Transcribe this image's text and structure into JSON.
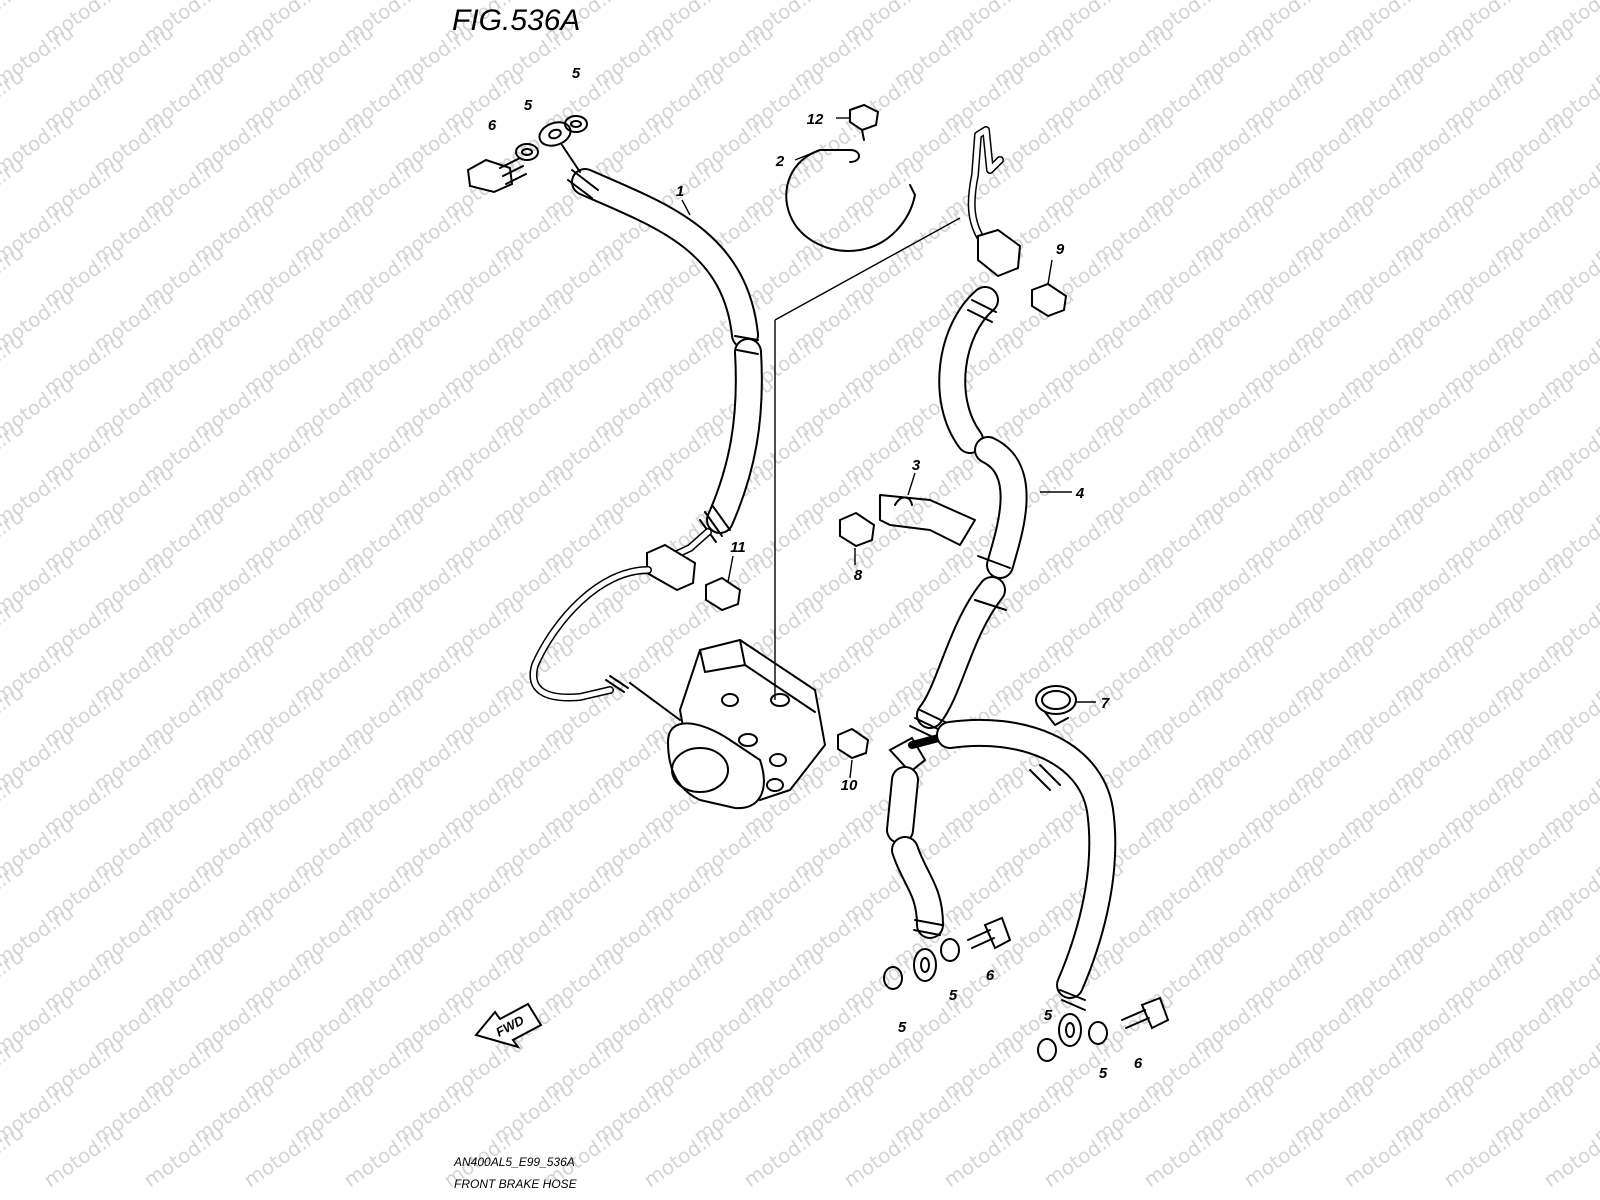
{
  "figure_title": "FIG.536A",
  "caption": {
    "code": "AN400AL5_E99_536A",
    "name": "FRONT BRAKE HOSE"
  },
  "watermark": "motod.ru",
  "fwd_label": "FWD",
  "callouts": [
    {
      "id": "c1",
      "label": "1"
    },
    {
      "id": "c2",
      "label": "2"
    },
    {
      "id": "c3",
      "label": "3"
    },
    {
      "id": "c4",
      "label": "4"
    },
    {
      "id": "c5a",
      "label": "5"
    },
    {
      "id": "c5b",
      "label": "5"
    },
    {
      "id": "c5c",
      "label": "5"
    },
    {
      "id": "c5d",
      "label": "5"
    },
    {
      "id": "c5e",
      "label": "5"
    },
    {
      "id": "c5f",
      "label": "5"
    },
    {
      "id": "c6a",
      "label": "6"
    },
    {
      "id": "c6b",
      "label": "6"
    },
    {
      "id": "c6c",
      "label": "6"
    },
    {
      "id": "c7",
      "label": "7"
    },
    {
      "id": "c8",
      "label": "8"
    },
    {
      "id": "c9",
      "label": "9"
    },
    {
      "id": "c10",
      "label": "10"
    },
    {
      "id": "c11",
      "label": "11"
    },
    {
      "id": "c12",
      "label": "12"
    }
  ]
}
